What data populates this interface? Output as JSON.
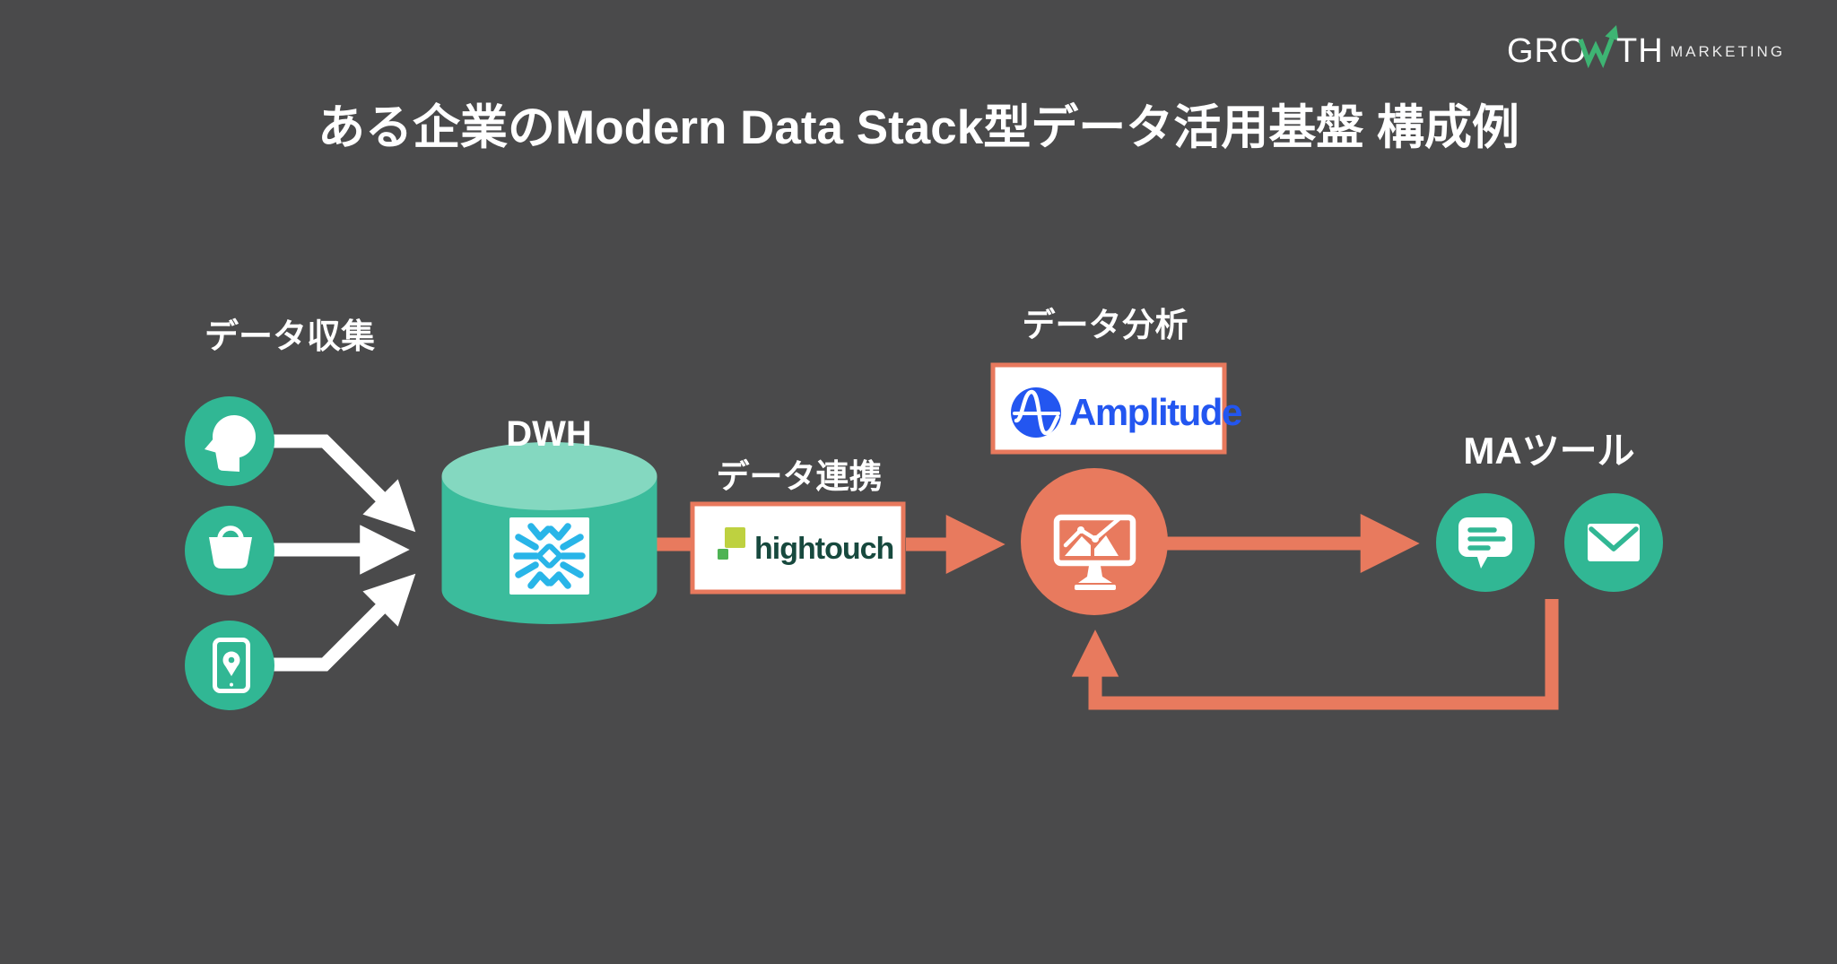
{
  "slide": {
    "title": "ある企業のModern Data Stack型データ活用基盤 構成例",
    "background": "#4a4a4b"
  },
  "logo": {
    "part1": "GRO",
    "part2": "TH",
    "suffix": "MARKETING",
    "arrow_icon": "growth-arrow-icon",
    "arrow_color": "#3eb473"
  },
  "labels": {
    "data_collection": "データ収集",
    "dwh": "DWH",
    "data_integration": "データ連携",
    "data_analysis": "データ分析",
    "ma_tools": "MAツール"
  },
  "vendors": {
    "integration": "hightouch",
    "analysis": "Amplitude"
  },
  "icons": {
    "sources": [
      "person-head-icon",
      "shopping-bag-icon",
      "mobile-location-icon"
    ],
    "dwh": "snowflake-logo-icon",
    "analysis": "monitor-chart-icon",
    "ma_tools": [
      "chat-bubble-icon",
      "email-envelope-icon"
    ]
  },
  "colors": {
    "teal": "#31b794",
    "cylinder_body": "#3bbc9c",
    "cylinder_top": "#84d8c0",
    "orange": "#e87a5e",
    "white": "#ffffff",
    "snowflake_blue": "#29b5e8",
    "amplitude_blue": "#2356f0",
    "hightouch_dark_green": "#17493e",
    "hightouch_square_large": "#bed140",
    "hightouch_square_small": "#4eb354",
    "logo_green": "#3eb473"
  }
}
